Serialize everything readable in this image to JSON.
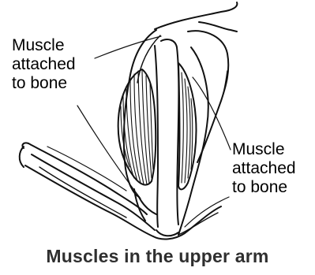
{
  "labels": {
    "left": "Muscle\nattached\nto bone",
    "right": "Muscle\nattached\nto bone"
  },
  "caption": "Muscles in the upper arm",
  "icons": [
    "upper-arm-drawing"
  ]
}
